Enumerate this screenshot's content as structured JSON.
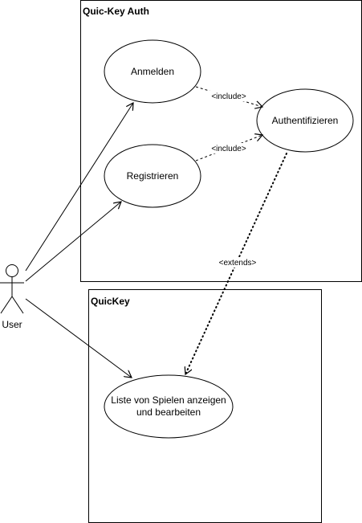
{
  "diagram": {
    "boxes": {
      "auth_title": "Quic-Key Auth",
      "quickey_title": "QuicKey"
    },
    "use_cases": {
      "anmelden": "Anmelden",
      "registrieren": "Registrieren",
      "authentifizieren": "Authentifizieren",
      "liste_line1": "Liste von Spielen anzeigen",
      "liste_line2": "und bearbeiten"
    },
    "actor": {
      "label": "User"
    },
    "relations": {
      "include_1": "<include>",
      "include_2": "<include>",
      "extends": "<extends>"
    }
  }
}
